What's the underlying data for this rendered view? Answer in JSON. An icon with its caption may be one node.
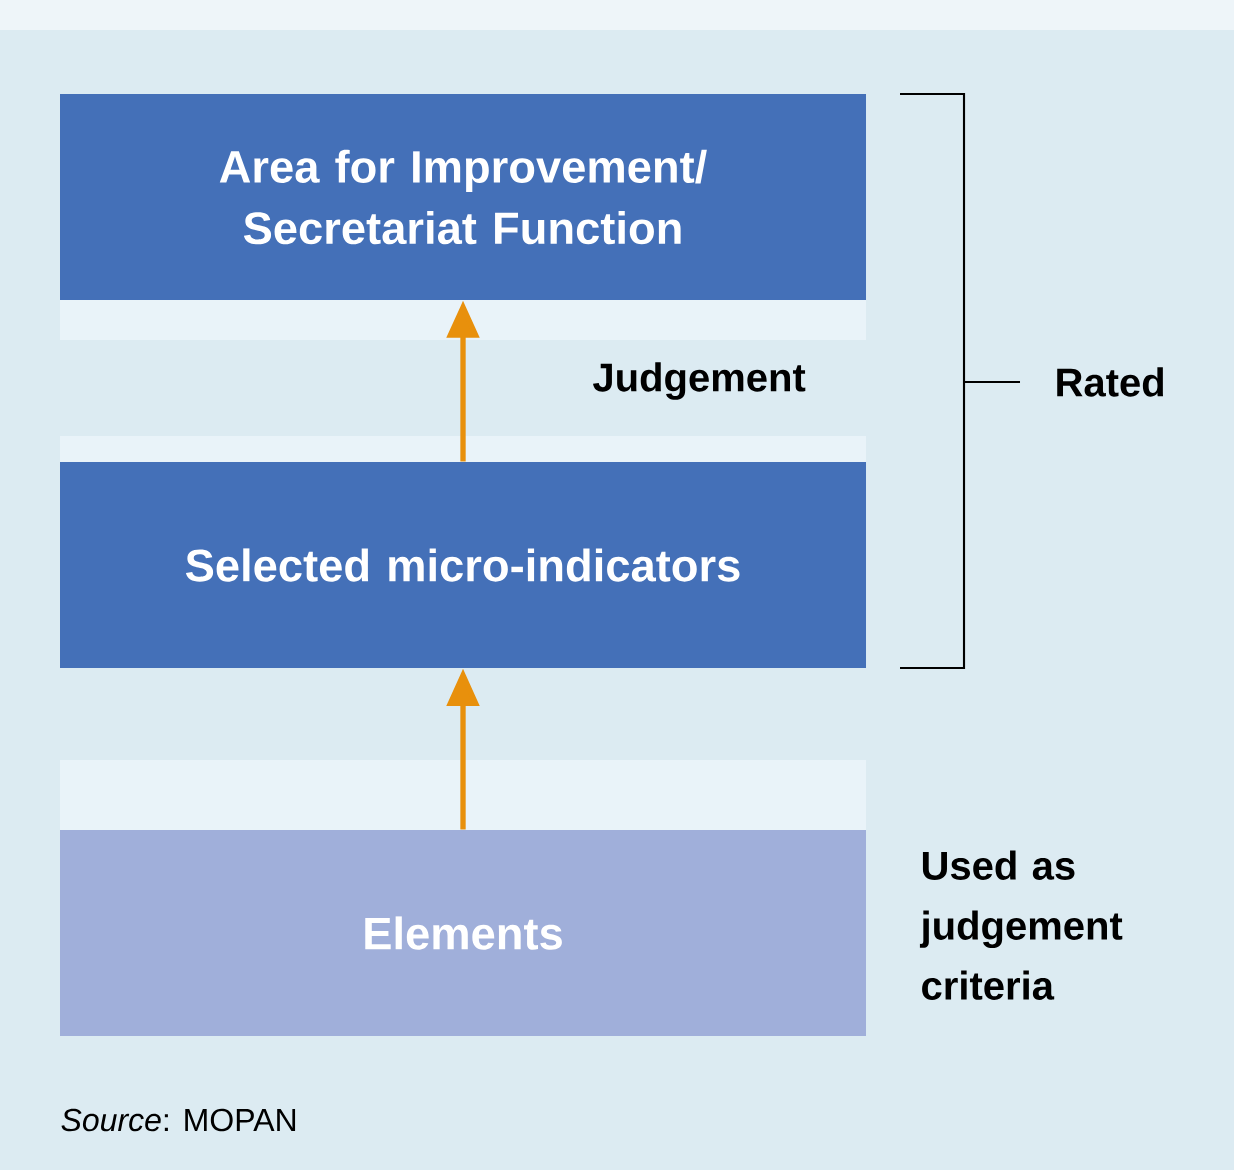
{
  "diagram": {
    "caption": "*Source*: MOPAN",
    "nodes": [
      {
        "text": [
          "Area for Improvement/ Secretariat Function"
        ]
      },
      {
        "text": [
          "Selected micro-indicators"
        ]
      },
      {
        "text": [
          "Elements"
        ]
      }
    ],
    "edges": [
      {
        "from": 2,
        "to": 1,
        "arrow": "to"
      },
      {
        "from": 1,
        "to": 0,
        "arrow": "to",
        "label": "Judgement"
      }
    ],
    "labels": [
      "Rated",
      "Used as judgement criteria"
    ]
  }
}
